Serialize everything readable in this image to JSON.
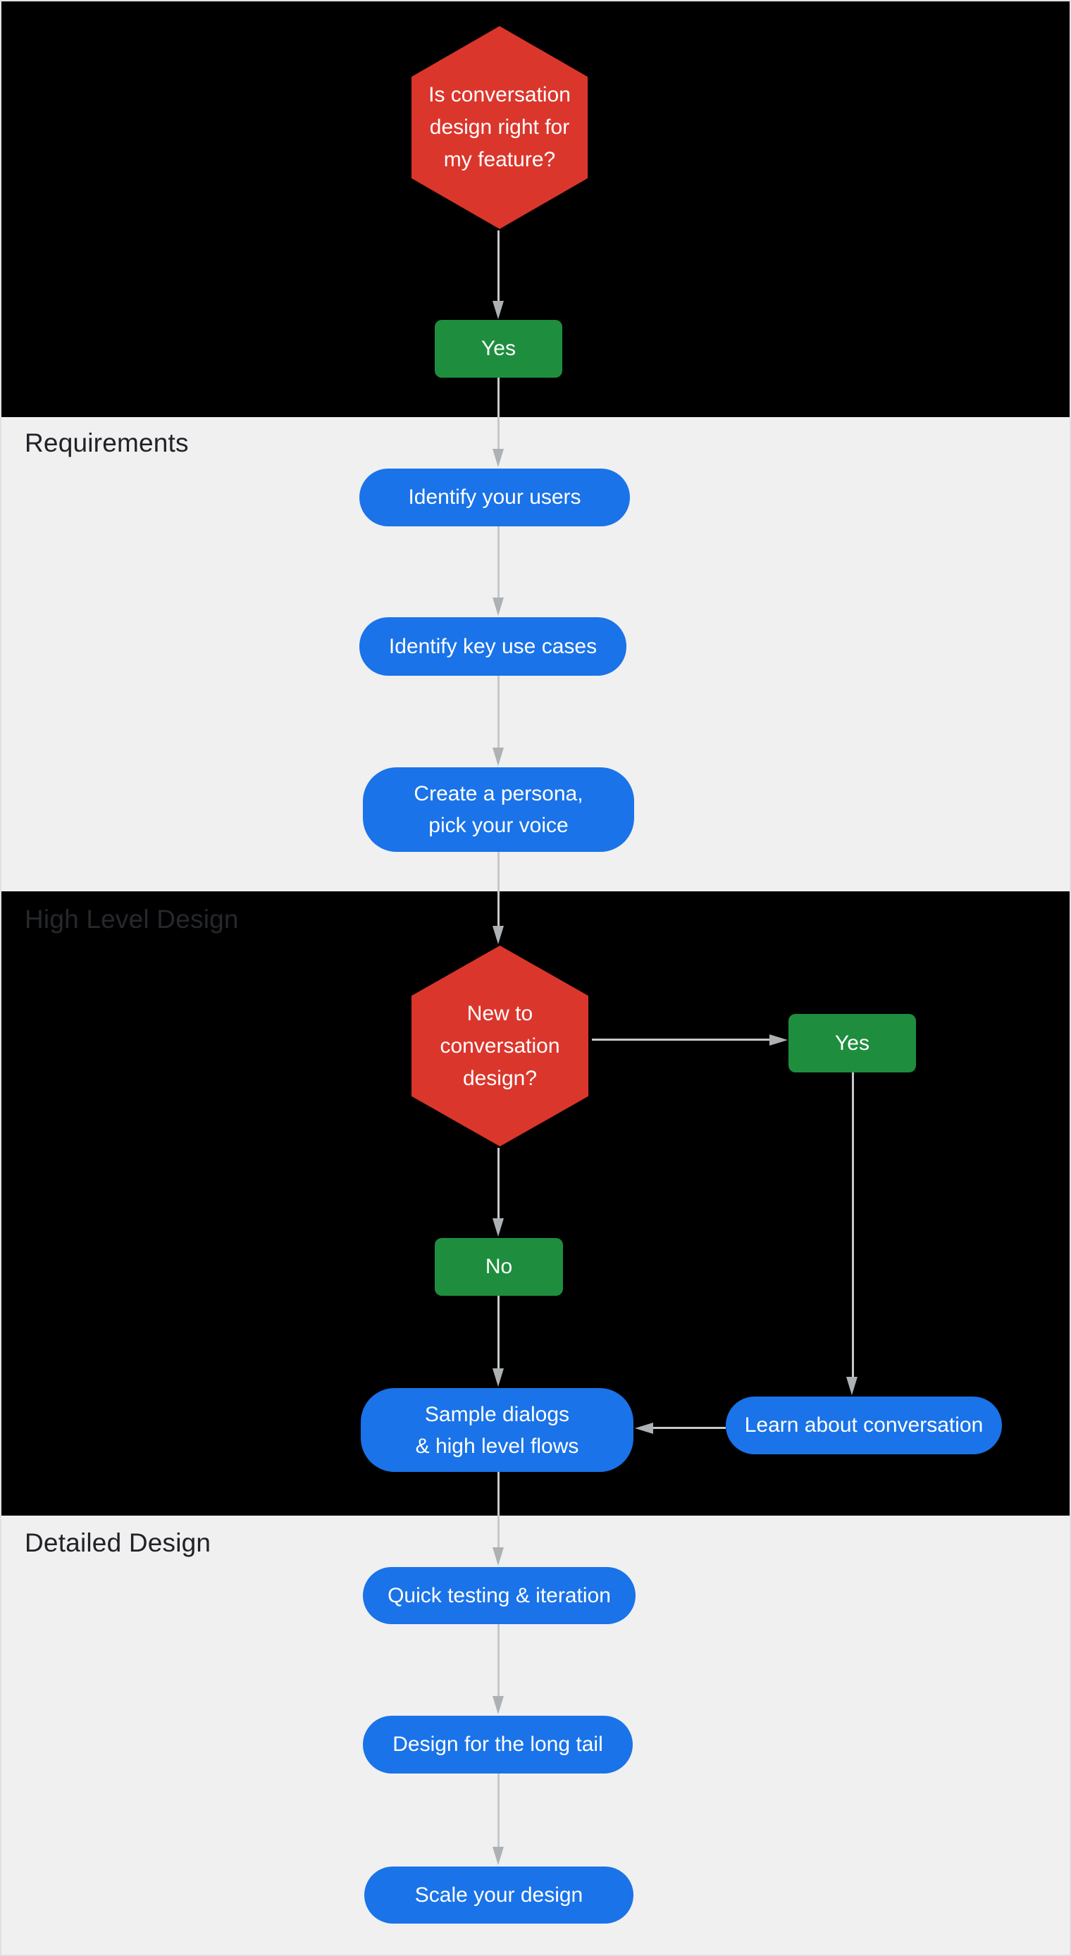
{
  "sections": [
    {
      "id": "intro",
      "label": "",
      "theme": "dark"
    },
    {
      "id": "requirements",
      "label": "Requirements",
      "theme": "light"
    },
    {
      "id": "high_level_design",
      "label": "High Level Design",
      "theme": "dark"
    },
    {
      "id": "detailed_design",
      "label": "Detailed Design",
      "theme": "light"
    }
  ],
  "nodes": {
    "decision_feature": {
      "label": "Is conversation\ndesign right for\nmy feature?",
      "type": "decision"
    },
    "yes_feature": {
      "label": "Yes",
      "type": "answer"
    },
    "identify_users": {
      "label": "Identify your users",
      "type": "step"
    },
    "identify_use_cases": {
      "label": "Identify key use cases",
      "type": "step"
    },
    "create_persona": {
      "label": "Create a persona,\npick your voice",
      "type": "step"
    },
    "decision_new": {
      "label": "New to\nconversation\ndesign?",
      "type": "decision"
    },
    "yes_new": {
      "label": "Yes",
      "type": "answer"
    },
    "no_new": {
      "label": "No",
      "type": "answer"
    },
    "sample_dialogs": {
      "label": "Sample dialogs\n& high level flows",
      "type": "step"
    },
    "learn_conversation": {
      "label": "Learn about conversation",
      "type": "step"
    },
    "quick_testing": {
      "label": "Quick testing & iteration",
      "type": "step"
    },
    "design_long_tail": {
      "label": "Design for the long tail",
      "type": "step"
    },
    "scale_design": {
      "label": "Scale your design",
      "type": "step"
    }
  },
  "colors": {
    "decision_red": "#db362c",
    "answer_green": "#1e8e3e",
    "step_blue": "#1a73e8",
    "dark_band": "#000000",
    "light_band": "#f0f0f1",
    "connector_gray": "#c6c8ca",
    "arrowhead_gray": "#aeb1b4",
    "label_dark": "#202226",
    "node_text": "#ffffff"
  }
}
